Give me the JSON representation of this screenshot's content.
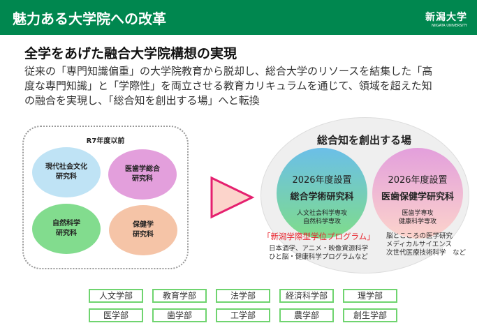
{
  "header": {
    "title": "魅力ある大学院への改革",
    "logo_jp": "新潟大学",
    "logo_en": "NIIGATA UNIVERSITY"
  },
  "subtitle": "全学をあげた融合大学院構想の実現",
  "description": [
    "従来の「専門知識偏重」の大学院教育から脱却し、総合大学のリソースを結集した「高",
    "度な専門知識」と「学際性」を両立させる教育カリキュラムを通じて、領域を超えた知",
    "の融合を実現し、「総合知を創出する場」へと転換"
  ],
  "old": {
    "label": "R7年度以前",
    "schools": [
      "現代社会文化\n研究科",
      "医歯学総合\n研究科",
      "自然科学\n研究科",
      "保健学\n研究科"
    ]
  },
  "new": {
    "title": "総合知を創出する場",
    "left": {
      "year": "2026年度設置",
      "name": "総合学術研究科",
      "depts": [
        "人文社会科学専攻",
        "自然科学専攻"
      ],
      "program": "「新潟学際型学位プログラム」",
      "examples": [
        "日本酒学、アニメ・映像資源科学",
        "ひと脳・健康科学プログラムなど"
      ]
    },
    "right": {
      "year": "2026年度設置",
      "name": "医歯保健学研究科",
      "depts": [
        "医歯学専攻",
        "健康科学専攻"
      ],
      "examples": [
        "脳とこころの医学研究",
        "メディカルサイエンス",
        "次世代医療技術科学　など"
      ]
    }
  },
  "faculties": [
    "人文学部",
    "教育学部",
    "法学部",
    "経済科学部",
    "理学部",
    "医学部",
    "歯学部",
    "工学部",
    "農学部",
    "創生学部"
  ],
  "colors": {
    "header": "#00874f",
    "accent_red": "#e8202a",
    "arrow": "#e5206f"
  }
}
